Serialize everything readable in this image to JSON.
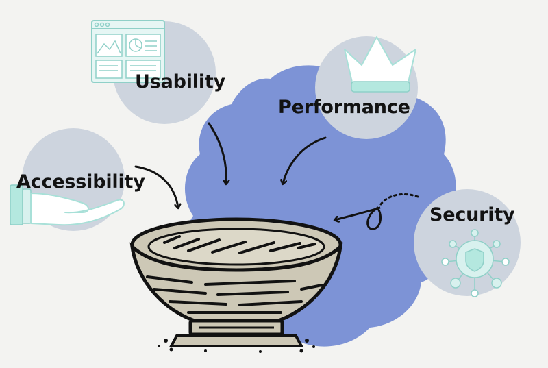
{
  "labels": {
    "usability": "Usability",
    "performance": "Performance",
    "accessibility": "Accessibility",
    "security": "Security"
  },
  "icons": {
    "usability": "dashboard-window-icon",
    "performance": "crown-icon",
    "accessibility": "open-hand-icon",
    "security": "shield-network-icon",
    "center": "bowl-icon"
  },
  "colors": {
    "background": "#f3f3f1",
    "blob": "#7d93d6",
    "circle": "#cdd4de",
    "icon_fill": "#d8f1ee",
    "icon_stroke": "#8fd0c8",
    "bowl": "#cdc8b6",
    "ink": "#121212"
  }
}
